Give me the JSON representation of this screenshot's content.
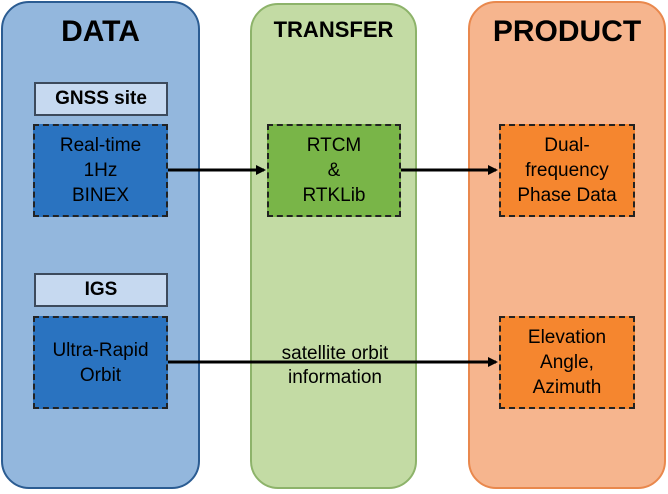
{
  "columns": {
    "data": "DATA",
    "transfer": "TRANSFER",
    "product": "PRODUCT"
  },
  "labels": {
    "gnss_site": "GNSS site",
    "igs": "IGS"
  },
  "nodes": {
    "realtime": "Real-time\n1Hz\nBINEX",
    "ultra_rapid": "Ultra-Rapid\nOrbit",
    "rtcm": "RTCM\n&\nRTKLib",
    "dual_freq": "Dual-\nfrequency\nPhase Data",
    "elevation": "Elevation\nAngle,\nAzimuth"
  },
  "edges": {
    "orbit_info": "satellite orbit\ninformation"
  },
  "colors": {
    "data_column": "#93b7dd",
    "transfer_column": "#c3dba4",
    "product_column": "#f6b58e",
    "data_node": "#2a73c0",
    "transfer_node": "#79b548",
    "product_node": "#f5862f"
  }
}
